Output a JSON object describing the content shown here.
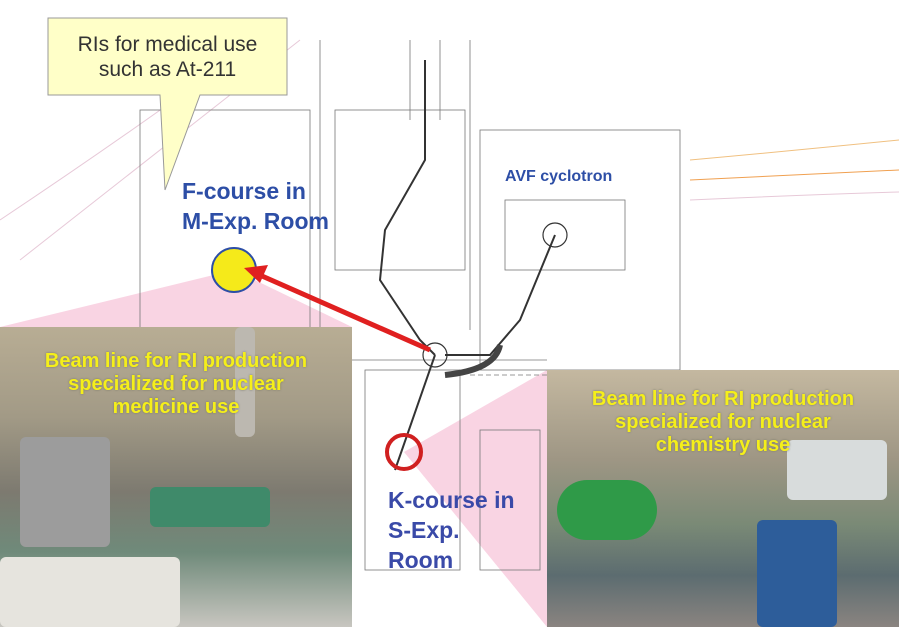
{
  "callout": {
    "line1": "RIs for medical use",
    "line2": "such as At-211"
  },
  "f_course": {
    "line1": "F-course in",
    "line2": "M-Exp. Room"
  },
  "cyclotron_label": "AVF cyclotron",
  "k_course": {
    "line1": "K-course in",
    "line2": "S-Exp.",
    "line3": "Room"
  },
  "left_photo_caption": {
    "line1": "Beam line for RI production",
    "line2": "specialized for nuclear",
    "line3": "medicine use"
  },
  "right_photo_caption": {
    "line1": "Beam line for RI production",
    "line2": "specialized for nuclear",
    "line3": "chemistry use"
  },
  "colors": {
    "label_blue": "#2d4ea6",
    "caption_yellow": "#f5ef1a",
    "arrow_red": "#e02020",
    "callout_fill": "#ffffc8",
    "highlight_pink": "#f7c9dc"
  }
}
